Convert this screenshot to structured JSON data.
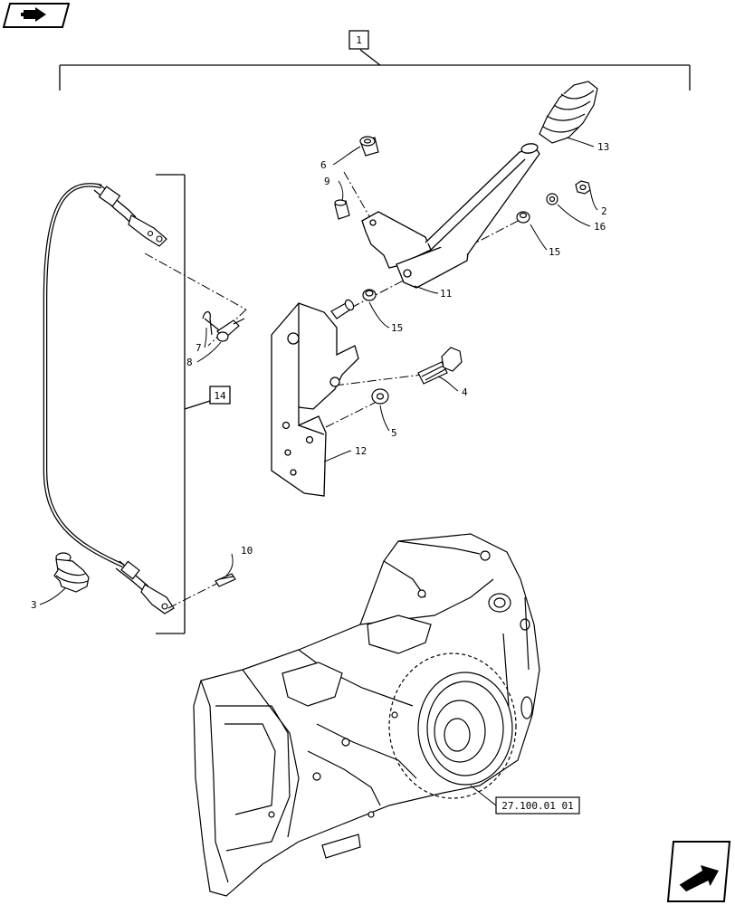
{
  "diagram": {
    "group_label": "1",
    "kit_label": "14",
    "reference_label": "27.100.01 01",
    "part_callouts": [
      "2",
      "3",
      "4",
      "5",
      "6",
      "7",
      "8",
      "9",
      "10",
      "11",
      "12",
      "13",
      "15",
      "15",
      "16"
    ]
  },
  "navigation": {
    "prev_icon": "arrow-back-icon",
    "next_icon": "arrow-forward-icon"
  }
}
